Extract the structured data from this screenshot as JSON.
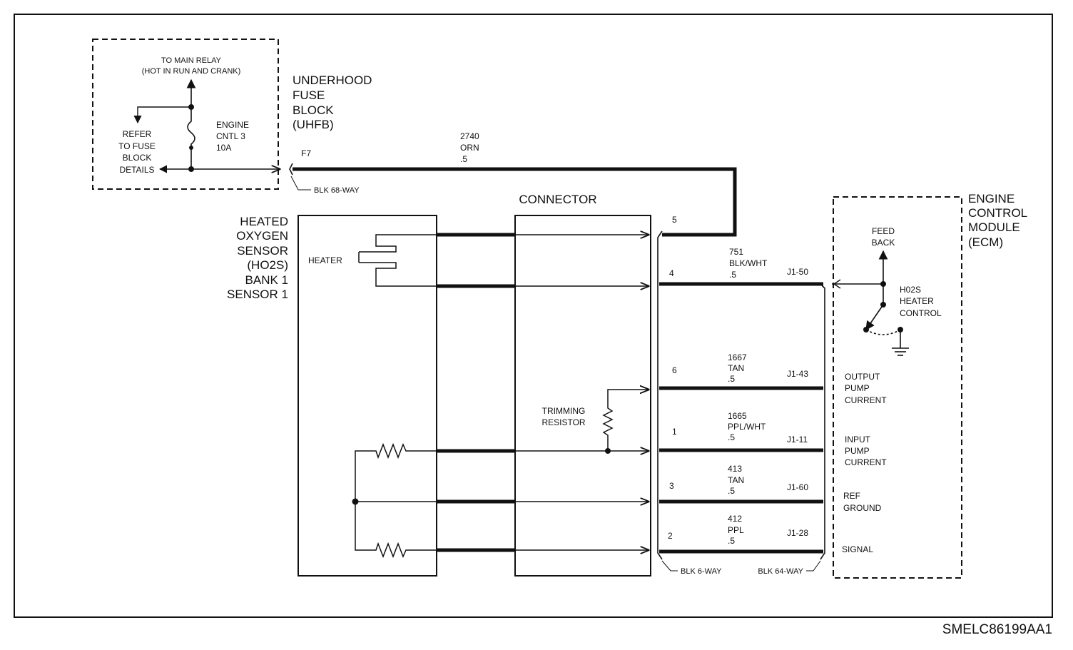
{
  "diagram": {
    "fuse_block": {
      "relay_label_1": "TO MAIN RELAY",
      "relay_label_2": "(HOT IN RUN AND CRANK)",
      "fuse_name_1": "ENGINE",
      "fuse_name_2": "CNTL 3",
      "fuse_rating": "10A",
      "refer_1": "REFER",
      "refer_2": "TO FUSE",
      "refer_3": "BLOCK",
      "refer_4": "DETAILS",
      "title_1": "UNDERHOOD",
      "title_2": "FUSE",
      "title_3": "BLOCK",
      "title_4": "(UHFB)",
      "cavity": "F7",
      "connector": "BLK 68-WAY"
    },
    "feed_wire": {
      "circuit": "2740",
      "color": "ORN",
      "gauge": ".5"
    },
    "sensor": {
      "title_1": "HEATED",
      "title_2": "OXYGEN",
      "title_3": "SENSOR",
      "title_4": "(HO2S)",
      "title_5": "BANK 1",
      "title_6": "SENSOR 1",
      "heater": "HEATER"
    },
    "connector": {
      "title": "CONNECTOR",
      "trim_1": "TRIMMING",
      "trim_2": "RESISTOR"
    },
    "ecm": {
      "title_1": "ENGINE",
      "title_2": "CONTROL",
      "title_3": "MODULE",
      "title_4": "(ECM)",
      "feed_1": "FEED",
      "feed_2": "BACK",
      "htr_1": "H02S",
      "htr_2": "HEATER",
      "htr_3": "CONTROL",
      "out_1": "OUTPUT",
      "out_2": "PUMP",
      "out_3": "CURRENT",
      "in_1": "INPUT",
      "in_2": "PUMP",
      "in_3": "CURRENT",
      "ref_1": "REF",
      "ref_2": "GROUND",
      "signal": "SIGNAL"
    },
    "wires": [
      {
        "pin": "5",
        "circuit": "",
        "color": "",
        "gauge": "",
        "ecm_pin": ""
      },
      {
        "pin": "4",
        "circuit": "751",
        "color": "BLK/WHT",
        "gauge": ".5",
        "ecm_pin": "J1-50"
      },
      {
        "pin": "6",
        "circuit": "1667",
        "color": "TAN",
        "gauge": ".5",
        "ecm_pin": "J1-43"
      },
      {
        "pin": "1",
        "circuit": "1665",
        "color": "PPL/WHT",
        "gauge": ".5",
        "ecm_pin": "J1-11"
      },
      {
        "pin": "3",
        "circuit": "413",
        "color": "TAN",
        "gauge": ".5",
        "ecm_pin": "J1-60"
      },
      {
        "pin": "2",
        "circuit": "412",
        "color": "PPL",
        "gauge": ".5",
        "ecm_pin": "J1-28"
      }
    ],
    "conn_6way": "BLK 6-WAY",
    "conn_64way": "BLK 64-WAY",
    "drawing_id": "SMELC86199AA1"
  }
}
